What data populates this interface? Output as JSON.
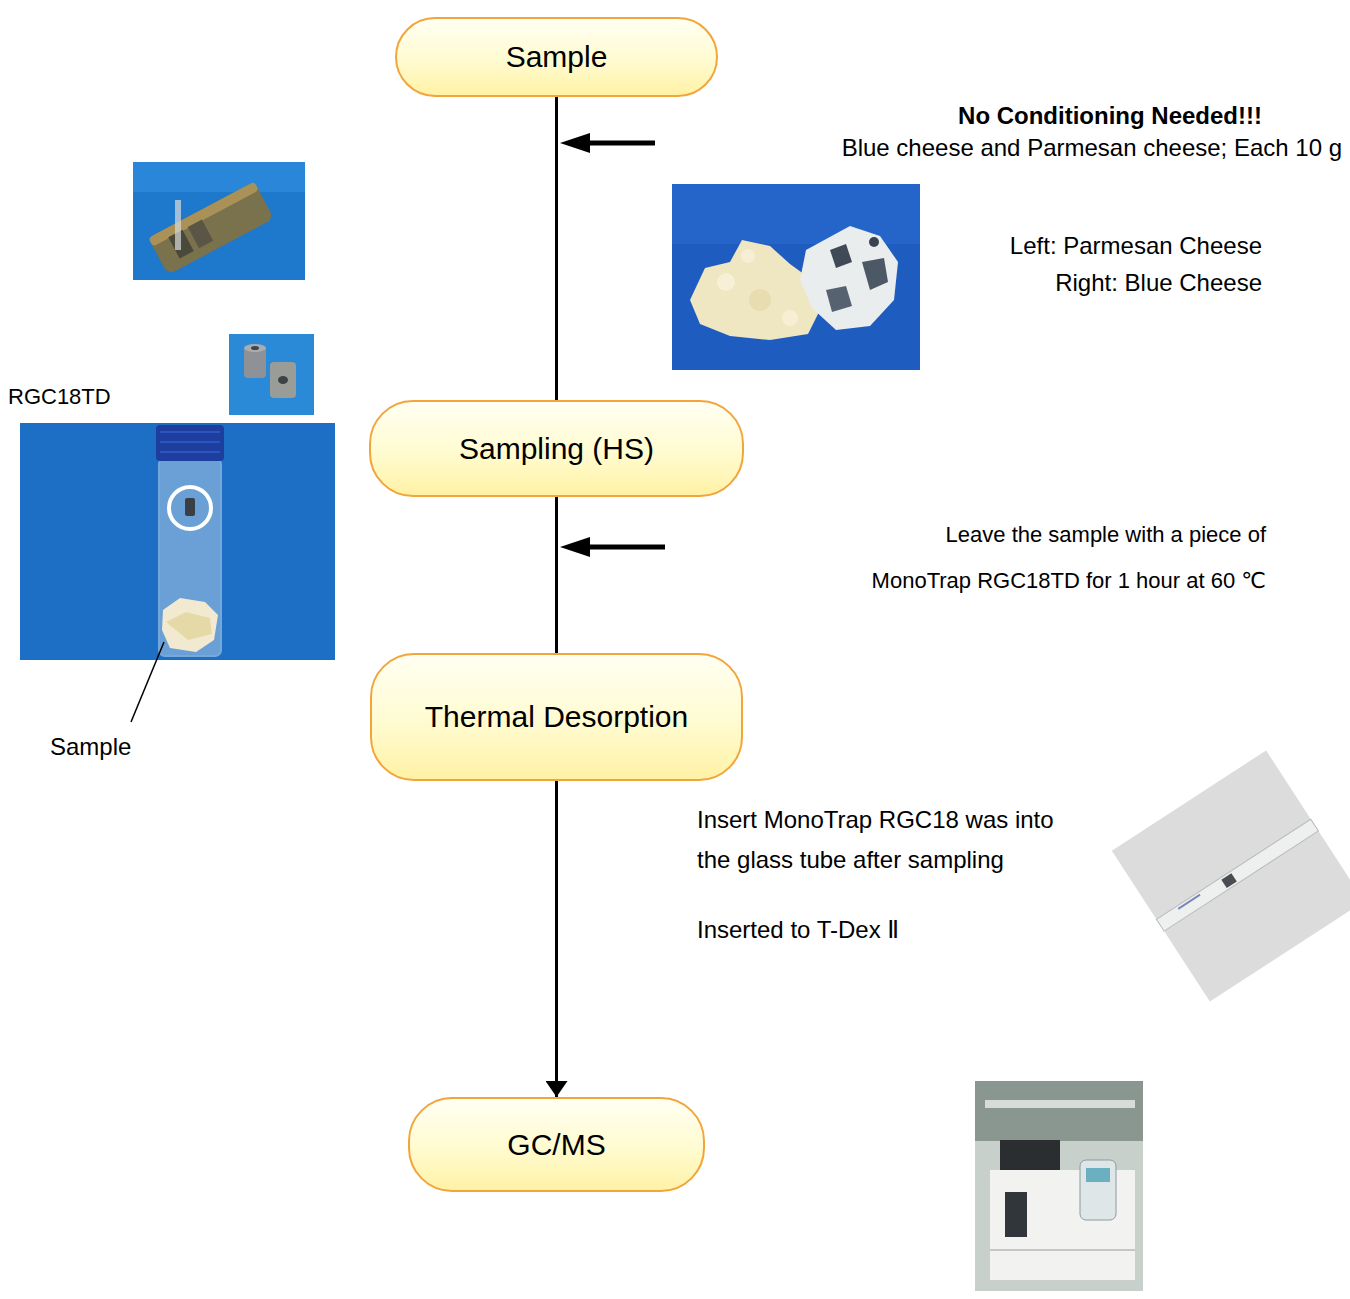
{
  "diagram": {
    "nodes": [
      {
        "text": [
          "Sample"
        ]
      },
      {
        "text": [
          "Sampling (HS)"
        ]
      },
      {
        "text": [
          "Thermal Desorption"
        ]
      },
      {
        "text": [
          "GC/MS"
        ]
      }
    ],
    "edges": [
      {
        "from": 0,
        "to": 1,
        "arrow": "none"
      },
      {
        "from": 1,
        "to": 2,
        "arrow": "none"
      },
      {
        "from": 2,
        "to": 3,
        "arrow": "to"
      }
    ],
    "labels": [
      "No Conditioning Needed!!!",
      "Blue cheese and Parmesan cheese; Each 10 g",
      "Left: Parmesan Cheese",
      "Right: Blue Cheese",
      "RGC18TD",
      "Sample",
      "Leave the sample with a piece of MonoTrap RGC18TD for 1 hour at 60 ℃",
      "Insert MonoTrap RGC18 was into the glass tube after sampling",
      "Inserted to T-Dex Ⅱ"
    ]
  }
}
